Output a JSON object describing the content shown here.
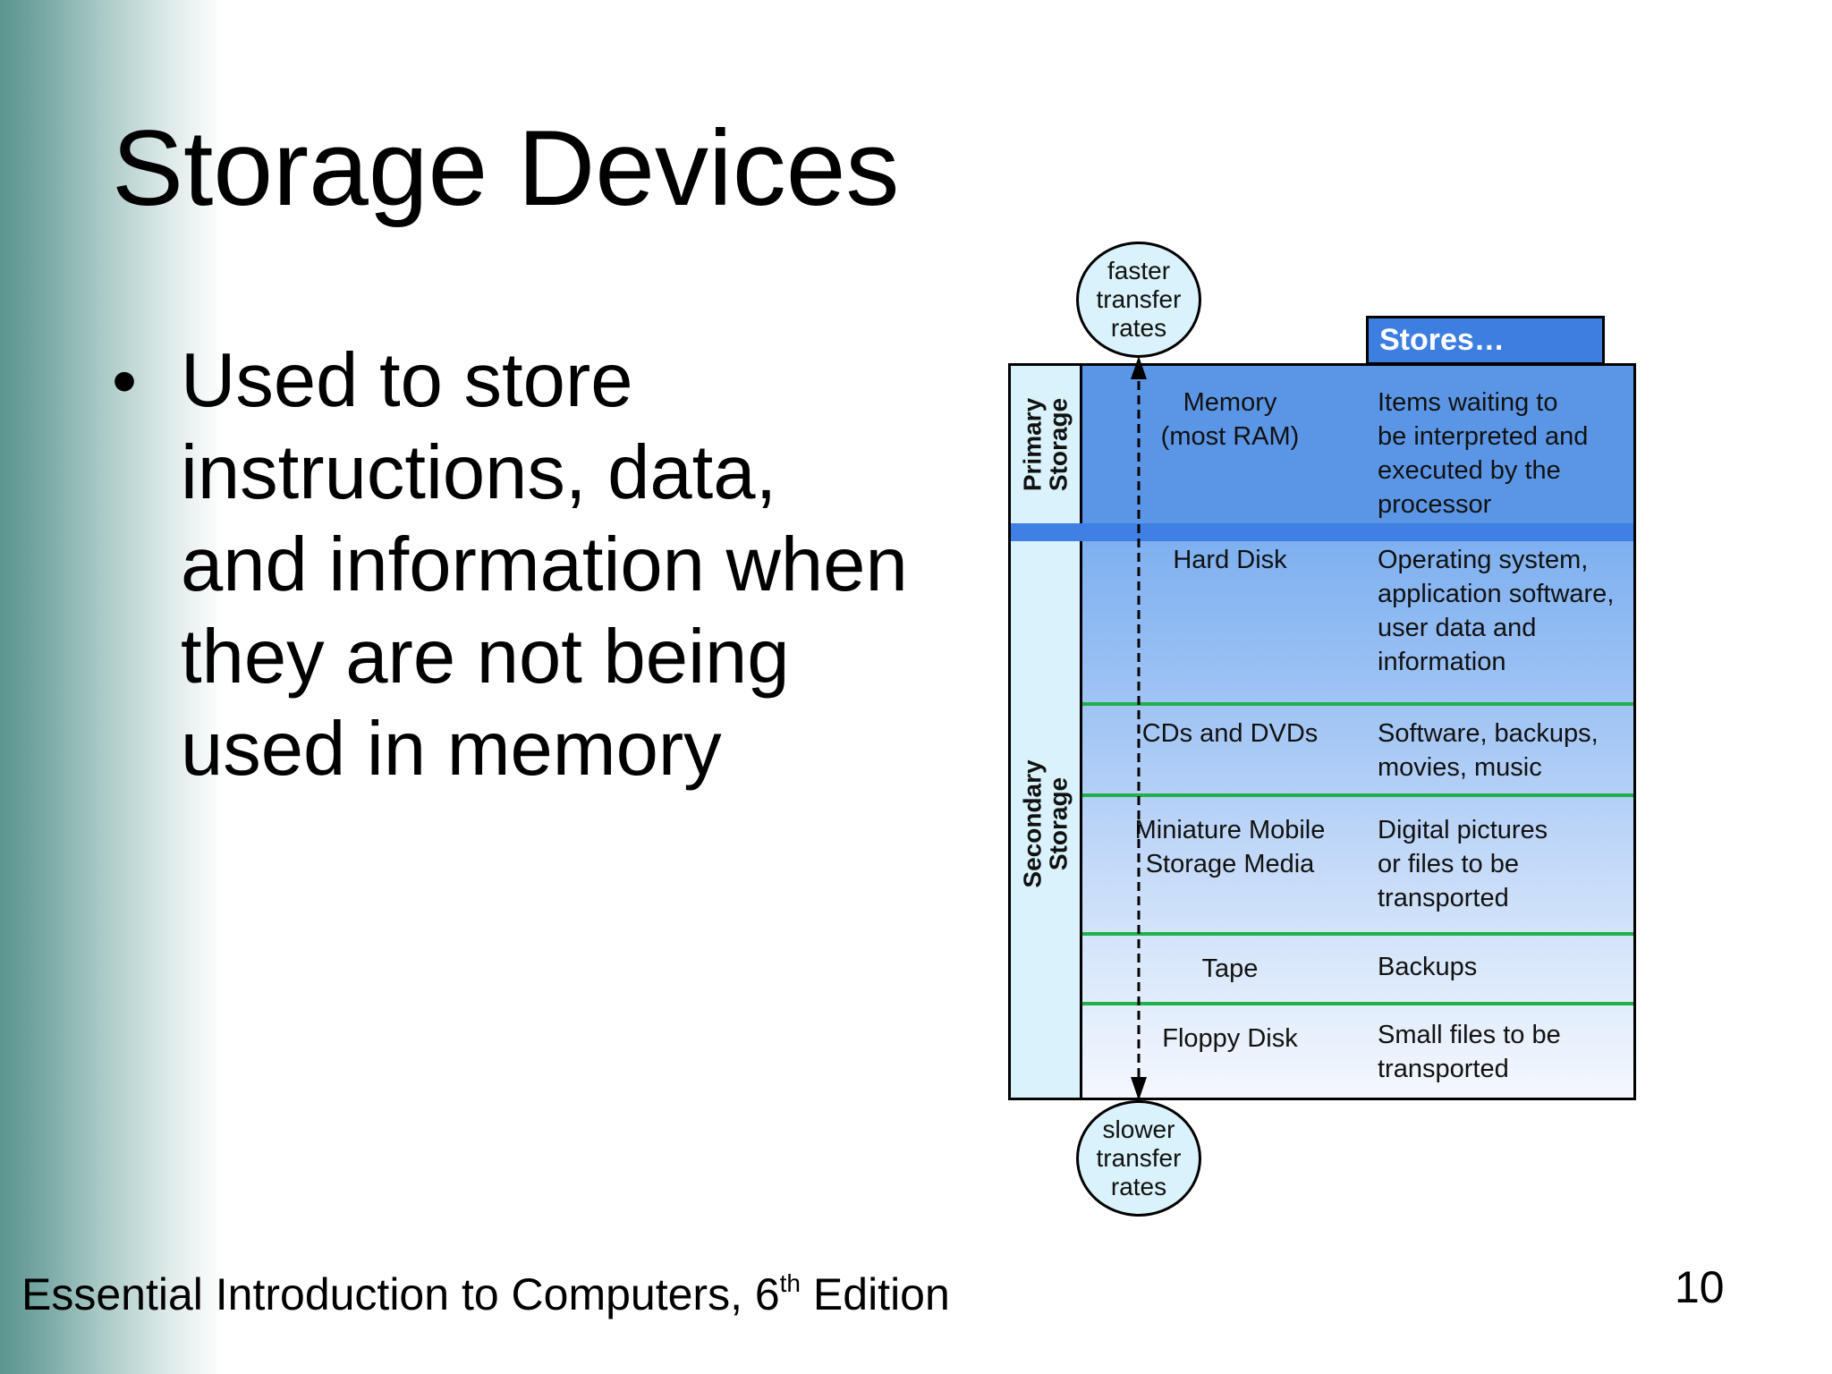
{
  "slide": {
    "title": "Storage Devices",
    "bullet": "Used to store\ninstructions, data,\nand information when\nthey are not being\nused in memory",
    "footer_main": "Essential Introduction to Computers, 6",
    "footer_sup": "th",
    "footer_end": " Edition",
    "page_number": "10"
  },
  "diagram": {
    "top_circle": "faster\ntransfer\nrates",
    "bottom_circle": "slower\ntransfer\nrates",
    "stores_header": "Stores…",
    "primary_label": "Primary\nStorage",
    "secondary_label": "Secondary Storage",
    "rows": [
      {
        "device": "Memory\n(most RAM)",
        "stores": "Items waiting to\nbe interpreted and\nexecuted by the\nprocessor"
      },
      {
        "device": "Hard Disk",
        "stores": "Operating system,\napplication software,\nuser data and\ninformation"
      },
      {
        "device": "CDs and DVDs",
        "stores": "Software, backups,\nmovies, music"
      },
      {
        "device": "Miniature Mobile\nStorage Media",
        "stores": "Digital pictures\nor files to be\ntransported"
      },
      {
        "device": "Tape",
        "stores": "Backups"
      },
      {
        "device": "Floppy Disk",
        "stores": "Small files to be\ntransported"
      }
    ],
    "colors": {
      "header_blue": "#3d7fe0",
      "primary_blue": "#5b96e6",
      "light_cyan": "#d9f2fb",
      "separator_green": "#22b04a"
    }
  }
}
